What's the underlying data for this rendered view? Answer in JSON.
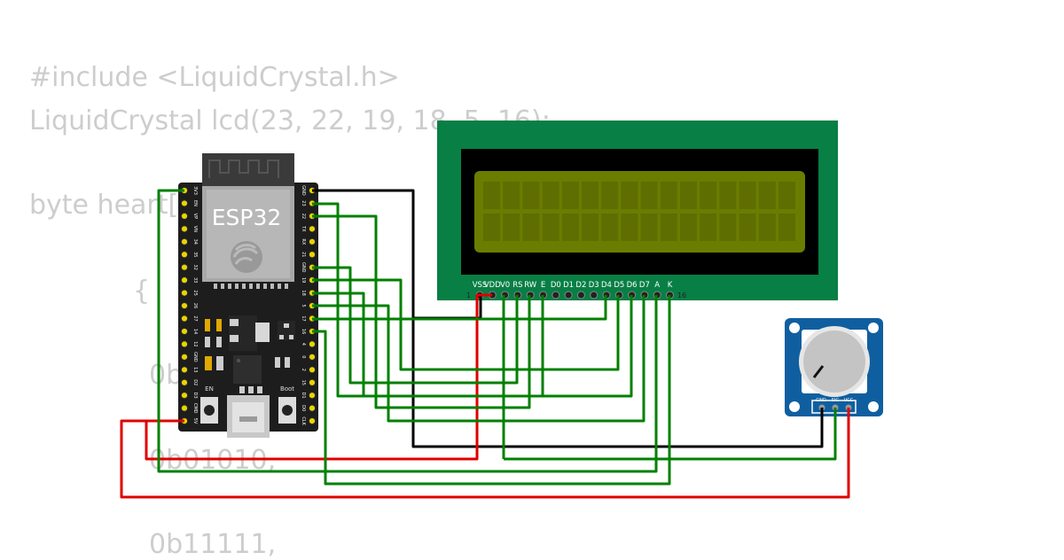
{
  "code": {
    "lines": [
      "#include <LiquidCrystal.h>",
      "LiquidCrystal lcd(23, 22, 19, 18, 5, 16);",
      "byte heart[",
      "{",
      "0b",
      "0b01010,",
      "0b11111,"
    ]
  },
  "esp32": {
    "title": "ESP32",
    "en_label": "EN",
    "boot_label": "Boot",
    "left_pins": [
      "3V3",
      "EN",
      "VP",
      "VN",
      "34",
      "35",
      "32",
      "33",
      "25",
      "26",
      "27",
      "14",
      "12",
      "GND",
      "13",
      "D2",
      "D3",
      "CMD",
      "5V"
    ],
    "right_pins": [
      "GND",
      "23",
      "22",
      "TX",
      "RX",
      "21",
      "GND",
      "19",
      "18",
      "5",
      "17",
      "16",
      "4",
      "0",
      "2",
      "15",
      "D1",
      "D0",
      "CLK"
    ]
  },
  "lcd": {
    "pin_labels": [
      "VSS",
      "VDD",
      "V0",
      "RS",
      "RW",
      "E",
      "D0",
      "D1",
      "D2",
      "D3",
      "D4",
      "D5",
      "D6",
      "D7",
      "A",
      "K"
    ],
    "first_pin_number": "1",
    "last_pin_number": "16"
  },
  "potentiometer": {
    "pin_labels": [
      "GND",
      "SIG",
      "VCC"
    ]
  },
  "wire_colors": {
    "ground": "#000000",
    "power": "#e00000",
    "signal": "#008000"
  }
}
